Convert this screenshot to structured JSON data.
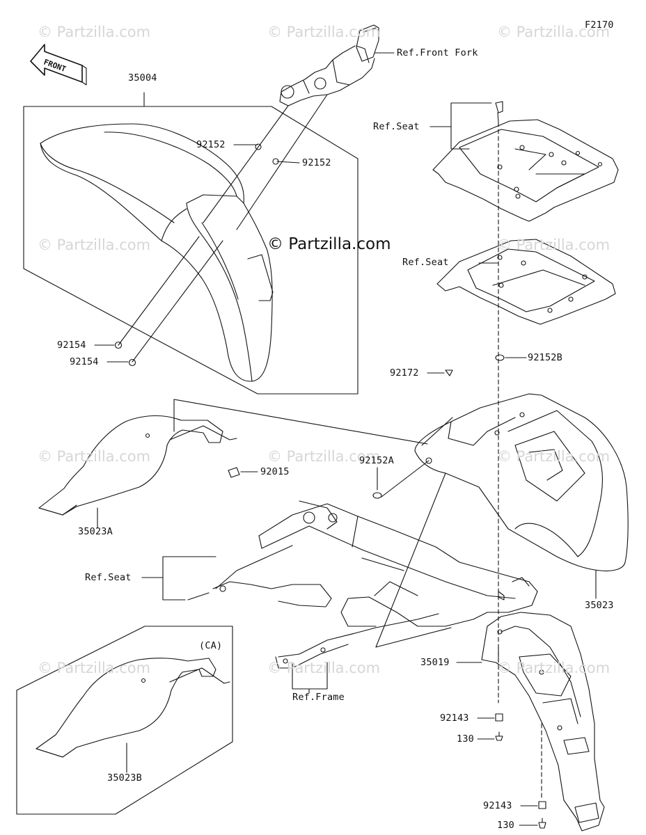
{
  "figure_code": "F2170",
  "watermark_text": "© Partzilla.com",
  "copyright_text": "© Partzilla.com",
  "front_arrow_text": "FRONT",
  "callouts": {
    "front_fork": "Ref.Front Fork",
    "p35004": "35004",
    "p92152_a": "92152",
    "p92152_b": "92152",
    "p92154_a": "92154",
    "p92154_b": "92154",
    "ref_seat_1": "Ref.Seat",
    "ref_seat_2": "Ref.Seat",
    "p92152B": "92152B",
    "p92172": "92172",
    "p92015": "92015",
    "p35023A": "35023A",
    "p92152A": "92152A",
    "ref_seat_3": "Ref.Seat",
    "p35023": "35023",
    "ca": "(CA)",
    "p35019": "35019",
    "ref_frame": "Ref.Frame",
    "p92143_a": "92143",
    "p130_a": "130",
    "p35023B": "35023B",
    "p92143_b": "92143",
    "p130_b": "130"
  }
}
